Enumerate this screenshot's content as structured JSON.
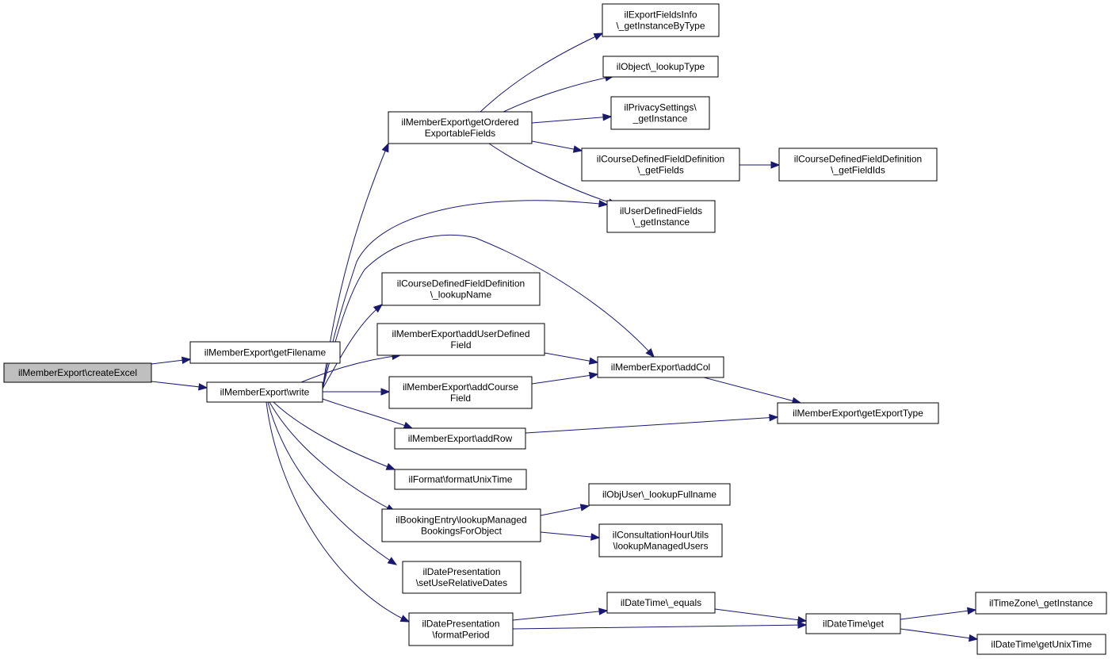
{
  "diagram": {
    "type": "call-graph",
    "edge_color": "#191970",
    "root_fill": "#bfbfbf",
    "node_fill": "#ffffff",
    "nodes": [
      {
        "id": "createExcel",
        "lines": [
          "ilMemberExport\\createExcel"
        ],
        "root": true
      },
      {
        "id": "getFilename",
        "lines": [
          "ilMemberExport\\getFilename"
        ]
      },
      {
        "id": "write",
        "lines": [
          "ilMemberExport\\write"
        ]
      },
      {
        "id": "getOrdered",
        "lines": [
          "ilMemberExport\\getOrdered",
          "ExportableFields"
        ]
      },
      {
        "id": "cdfLookupName",
        "lines": [
          "ilCourseDefinedFieldDefinition",
          "\\_lookupName"
        ]
      },
      {
        "id": "addUserDefined",
        "lines": [
          "ilMemberExport\\addUserDefined",
          "Field"
        ]
      },
      {
        "id": "addCourseField",
        "lines": [
          "ilMemberExport\\addCourse",
          "Field"
        ]
      },
      {
        "id": "addRow",
        "lines": [
          "ilMemberExport\\addRow"
        ]
      },
      {
        "id": "formatUnixTime",
        "lines": [
          "ilFormat\\formatUnixTime"
        ]
      },
      {
        "id": "lookupManaged",
        "lines": [
          "ilBookingEntry\\lookupManaged",
          "BookingsForObject"
        ]
      },
      {
        "id": "setUseRelative",
        "lines": [
          "ilDatePresentation",
          "\\setUseRelativeDates"
        ]
      },
      {
        "id": "formatPeriod",
        "lines": [
          "ilDatePresentation",
          "\\formatPeriod"
        ]
      },
      {
        "id": "exportFieldsInfo",
        "lines": [
          "ilExportFieldsInfo",
          "\\_getInstanceByType"
        ]
      },
      {
        "id": "objLookupType",
        "lines": [
          "ilObject\\_lookupType"
        ]
      },
      {
        "id": "privacySettings",
        "lines": [
          "ilPrivacySettings\\",
          "_getInstance"
        ]
      },
      {
        "id": "cdfGetFields",
        "lines": [
          "ilCourseDefinedFieldDefinition",
          "\\_getFields"
        ]
      },
      {
        "id": "udfGetInstance",
        "lines": [
          "ilUserDefinedFields",
          "\\_getInstance"
        ]
      },
      {
        "id": "addCol",
        "lines": [
          "ilMemberExport\\addCol"
        ]
      },
      {
        "id": "objUserLookup",
        "lines": [
          "ilObjUser\\_lookupFullname"
        ]
      },
      {
        "id": "consultation",
        "lines": [
          "ilConsultationHourUtils",
          "\\lookupManagedUsers"
        ]
      },
      {
        "id": "dtEquals",
        "lines": [
          "ilDateTime\\_equals"
        ]
      },
      {
        "id": "cdfGetFieldIds",
        "lines": [
          "ilCourseDefinedFieldDefinition",
          "\\_getFieldIds"
        ]
      },
      {
        "id": "getExportType",
        "lines": [
          "ilMemberExport\\getExportType"
        ]
      },
      {
        "id": "dtGet",
        "lines": [
          "ilDateTime\\get"
        ]
      },
      {
        "id": "tzGetInstance",
        "lines": [
          "ilTimeZone\\_getInstance"
        ]
      },
      {
        "id": "dtGetUnix",
        "lines": [
          "ilDateTime\\getUnixTime"
        ]
      }
    ],
    "edges": [
      [
        "createExcel",
        "getFilename"
      ],
      [
        "createExcel",
        "write"
      ],
      [
        "write",
        "getOrdered"
      ],
      [
        "write",
        "udfGetInstance"
      ],
      [
        "write",
        "addCol"
      ],
      [
        "write",
        "cdfLookupName"
      ],
      [
        "write",
        "addUserDefined"
      ],
      [
        "write",
        "addCourseField"
      ],
      [
        "write",
        "addRow"
      ],
      [
        "write",
        "formatUnixTime"
      ],
      [
        "write",
        "lookupManaged"
      ],
      [
        "write",
        "setUseRelative"
      ],
      [
        "write",
        "formatPeriod"
      ],
      [
        "getOrdered",
        "exportFieldsInfo"
      ],
      [
        "getOrdered",
        "objLookupType"
      ],
      [
        "getOrdered",
        "privacySettings"
      ],
      [
        "getOrdered",
        "cdfGetFields"
      ],
      [
        "getOrdered",
        "udfGetInstance"
      ],
      [
        "cdfGetFields",
        "cdfGetFieldIds"
      ],
      [
        "addUserDefined",
        "addCol"
      ],
      [
        "addCourseField",
        "addCol"
      ],
      [
        "addCol",
        "getExportType"
      ],
      [
        "addRow",
        "getExportType"
      ],
      [
        "lookupManaged",
        "objUserLookup"
      ],
      [
        "lookupManaged",
        "consultation"
      ],
      [
        "formatPeriod",
        "dtEquals"
      ],
      [
        "formatPeriod",
        "dtGet"
      ],
      [
        "dtEquals",
        "dtGet"
      ],
      [
        "dtGet",
        "tzGetInstance"
      ],
      [
        "dtGet",
        "dtGetUnix"
      ]
    ]
  }
}
